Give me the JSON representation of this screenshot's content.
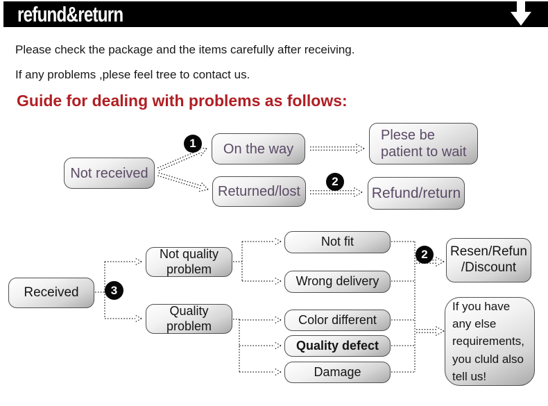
{
  "banner": {
    "title": "refund&return",
    "down_arrow_icon": "down-arrow"
  },
  "intro": {
    "line1": "Please check the package and the items carefully after receiving.",
    "line2": "If any problems ,plese feel tree to contact us."
  },
  "heading": {
    "text": "Guide for dealing with problems as follows:"
  },
  "colors": {
    "banner_bg": "#000000",
    "heading_red": "#b01e23",
    "node_text_purple": "#5b4a66",
    "node_border_gray": "#4f4f4f",
    "badge_black": "#070707"
  },
  "flow_not_received": {
    "badges": {
      "step1": "1",
      "step2": "2"
    },
    "nodes": {
      "not_received": "Not received",
      "on_the_way": "On the way",
      "returned_lost": "Returned/lost",
      "be_patient": "Plese be\npatient to wait",
      "refund_return": "Refund/return"
    }
  },
  "flow_received": {
    "badges": {
      "step3": "3",
      "step2": "2"
    },
    "nodes": {
      "received": "Received",
      "not_quality_problem": "Not quality\nproblem",
      "quality_problem": "Quality\nproblem",
      "not_fit": "Not fit",
      "wrong_delivery": "Wrong delivery",
      "color_different": "Color different",
      "quality_defect": "Quality defect",
      "damage": "Damage",
      "resend_refund_discount": "Resen/Refun\n/Discount",
      "other_requirements": "If you have\nany else\nrequirements,\nyou cluld also\ntell us!"
    }
  }
}
